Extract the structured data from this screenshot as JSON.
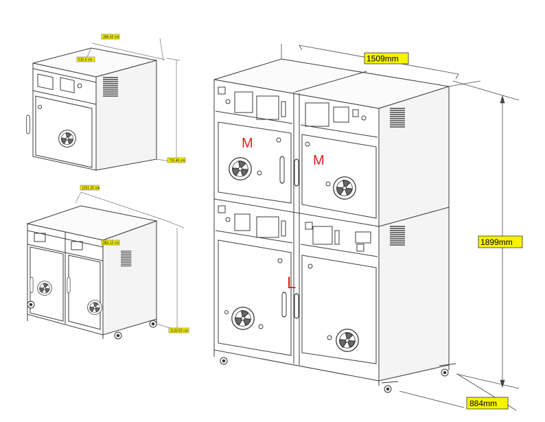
{
  "colors": {
    "label_fill": "#f7f200",
    "letter_red": "#e62020",
    "line": "#3a3a3a"
  },
  "main_unit": {
    "width_label": "1509mm",
    "height_label": "1899mm",
    "depth_label": "884mm",
    "top_left_module": "M",
    "top_right_module": "M",
    "bottom_module": "L"
  },
  "small_units": {
    "single_cabinet": {
      "width_label": "306.02 cm",
      "depth_label": "510.5 cm",
      "height_label": "710.40 cm"
    },
    "double_cabinet": {
      "width_label": "1251.20 cm",
      "depth_label": "883.12 cm",
      "height_label": "1133.52 cm"
    }
  }
}
